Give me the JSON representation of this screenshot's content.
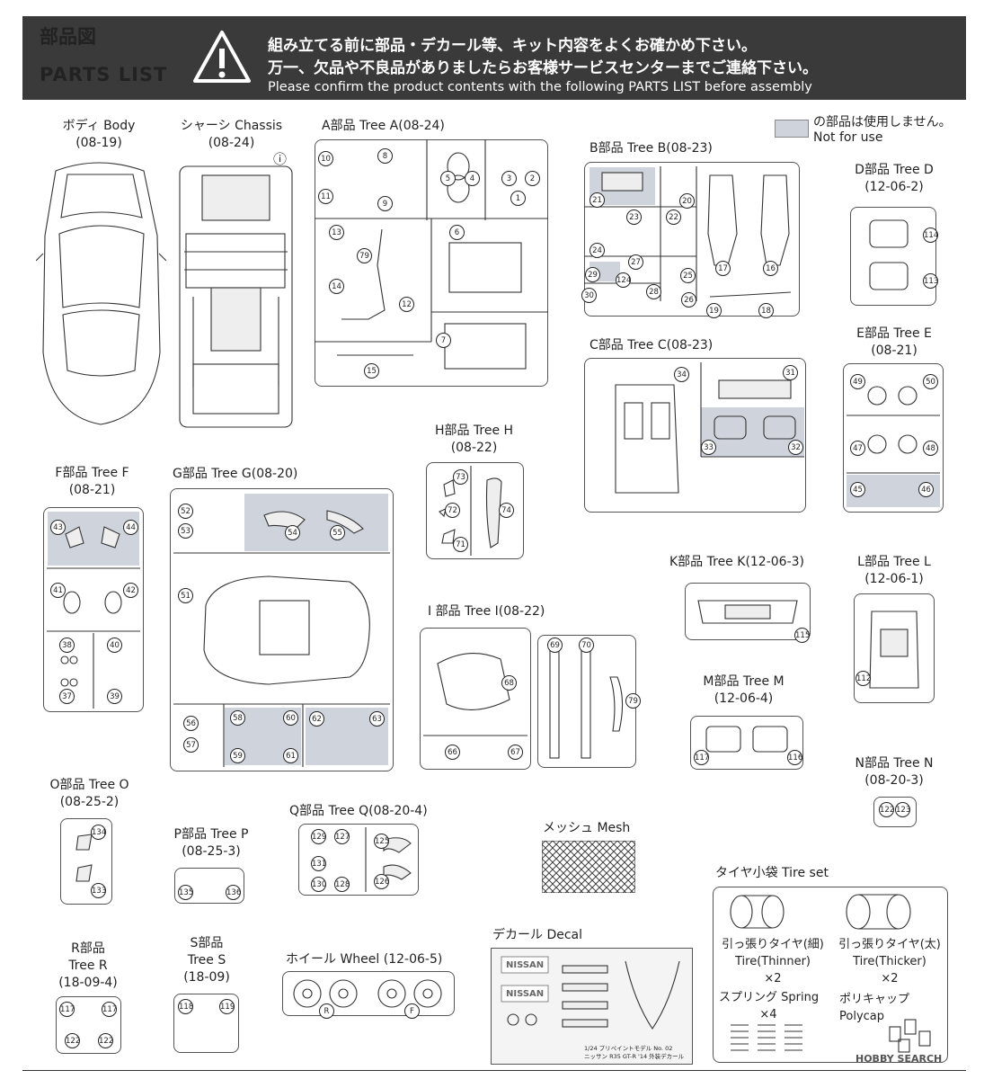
{
  "header": {
    "title_jp": "部品図",
    "title_en": "PARTS LIST",
    "notice_line1": "組み立てる前に部品・デカール等、キット内容をよくお確かめ下さい。",
    "notice_line2": "万一、欠品や不良品がありましたらお客様サービスセンターまでご連絡下さい。",
    "notice_line3": "Please confirm the product contents with the following PARTS LIST before assembly"
  },
  "legend": {
    "line1": "の部品は使用しません。",
    "line2": "Not for use",
    "color": "#cfd3dc"
  },
  "parts": {
    "body": {
      "name": "ボディ Body",
      "code": "(08-19)"
    },
    "chassis": {
      "name": "シャーシ Chassis",
      "code": "(08-24)",
      "mark": "ⓘ"
    },
    "treeA": {
      "name": "A部品 Tree A",
      "code": "(08-24)",
      "nums": [
        "10",
        "8",
        "11",
        "9",
        "5",
        "4",
        "3",
        "2",
        "1",
        "13",
        "79",
        "14",
        "12",
        "6",
        "7",
        "15"
      ]
    },
    "treeB": {
      "name": "B部品 Tree B",
      "code": "(08-23)",
      "nums": [
        "21",
        "20",
        "23",
        "22",
        "24",
        "17",
        "16",
        "29",
        "27",
        "25",
        "30",
        "124",
        "28",
        "26",
        "19",
        "18"
      ]
    },
    "treeC": {
      "name": "C部品 Tree C",
      "code": "(08-23)",
      "nums": [
        "34",
        "31",
        "33",
        "32"
      ]
    },
    "treeD": {
      "name": "D部品 Tree D",
      "code": "(12-06-2)",
      "nums": [
        "114",
        "113"
      ]
    },
    "treeE": {
      "name": "E部品 Tree E",
      "code": "(08-21)",
      "nums": [
        "49",
        "50",
        "47",
        "48",
        "45",
        "46"
      ]
    },
    "treeF": {
      "name": "F部品 Tree F",
      "code": "(08-21)",
      "nums": [
        "43",
        "44",
        "41",
        "42",
        "38",
        "40",
        "37",
        "39"
      ]
    },
    "treeG": {
      "name": "G部品 Tree G",
      "code": "(08-20)",
      "nums": [
        "52",
        "53",
        "54",
        "55",
        "51",
        "56",
        "57",
        "58",
        "60",
        "59",
        "61",
        "62",
        "63"
      ]
    },
    "treeH": {
      "name": "H部品 Tree H",
      "code": "(08-22)",
      "nums": [
        "73",
        "72",
        "71",
        "74"
      ]
    },
    "treeI": {
      "name": "I 部品 Tree I",
      "code": "(08-22)",
      "nums": [
        "68",
        "66",
        "67",
        "69",
        "70",
        "79"
      ]
    },
    "treeK": {
      "name": "K部品 Tree K",
      "code": "(12-06-3)",
      "nums": [
        "115"
      ]
    },
    "treeL": {
      "name": "L部品 Tree L",
      "code": "(12-06-1)",
      "nums": [
        "112"
      ]
    },
    "treeM": {
      "name": "M部品 Tree M",
      "code": "(12-06-4)",
      "nums": [
        "117",
        "116"
      ]
    },
    "treeN": {
      "name": "N部品 Tree N",
      "code": "(08-20-3)",
      "nums": [
        "122",
        "123"
      ]
    },
    "treeO": {
      "name": "O部品 Tree O",
      "code": "(08-25-2)",
      "nums": [
        "134",
        "133"
      ]
    },
    "treeP": {
      "name": "P部品 Tree P",
      "code": "(08-25-3)",
      "nums": [
        "135",
        "136"
      ]
    },
    "treeQ": {
      "name": "Q部品 Tree Q",
      "code": "(08-20-4)",
      "nums": [
        "129",
        "127",
        "125",
        "131",
        "128",
        "130",
        "126"
      ]
    },
    "treeR": {
      "name1": "R部品",
      "name2": "Tree R",
      "code": "(18-09-4)",
      "nums": [
        "117",
        "117",
        "122",
        "122"
      ]
    },
    "treeS": {
      "name1": "S部品",
      "name2": "Tree S",
      "code": "(18-09)",
      "nums": [
        "118",
        "119"
      ]
    },
    "mesh": {
      "name": "メッシュ Mesh"
    },
    "wheel": {
      "name": "ホイール Wheel",
      "code": "(12-06-5)",
      "marks": [
        "R",
        "F"
      ]
    },
    "decal": {
      "name": "デカール Decal",
      "brand": "NISSAN",
      "caption1": "1/24 プリペイントモデル No. 02",
      "caption2": "ニッサン R35 GT-R '14 外装デカール"
    },
    "tireset": {
      "title": "タイヤ小袋 Tire set",
      "thin_jp": "引っ張りタイヤ(細)",
      "thin_en": "Tire(Thinner)",
      "thin_qty": "×2",
      "thick_jp": "引っ張りタイヤ(太)",
      "thick_en": "Tire(Thicker)",
      "thick_qty": "×2",
      "spring": "スプリング Spring",
      "spring_qty": "×4",
      "polycap_jp": "ポリキャップ",
      "polycap_en": "Polycap"
    }
  },
  "watermark": "HOBBY SEARCH"
}
